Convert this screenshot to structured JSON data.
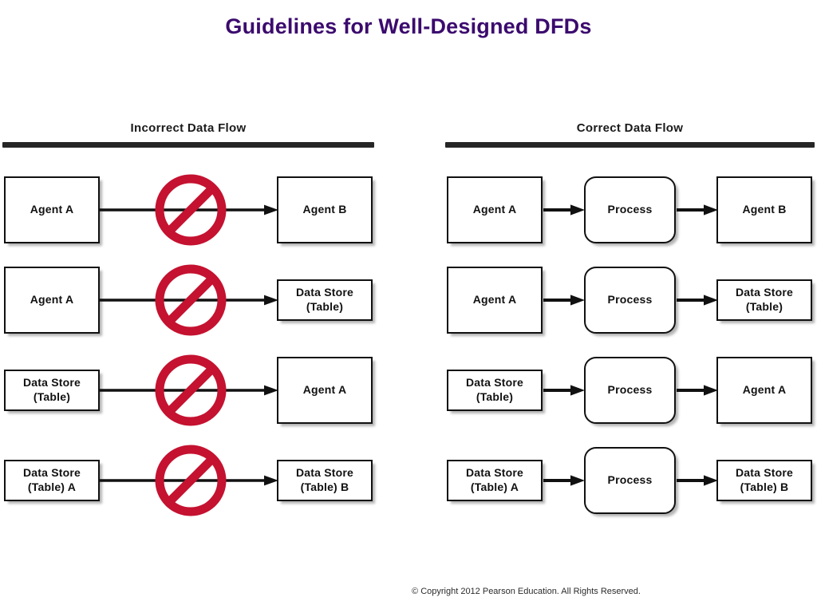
{
  "slide": {
    "title": "Guidelines for Well-Designed DFDs",
    "title_color": "#3B0A6E",
    "background_color": "#FFFFFF"
  },
  "theme": {
    "node_border_color": "#111111",
    "node_fill_color": "#FFFFFF",
    "arrow_color": "#111111",
    "prohibition_color": "#C41230",
    "rule_color": "#262626",
    "text_color": "#111111"
  },
  "columns": [
    {
      "key": "incorrect",
      "header": "Incorrect Data Flow",
      "marker": "prohibition-sign",
      "rows": [
        {
          "source": {
            "label": "Agent A",
            "kind": "agent"
          },
          "target": {
            "label": "Agent B",
            "kind": "agent"
          }
        },
        {
          "source": {
            "label": "Agent A",
            "kind": "agent"
          },
          "target": {
            "label": "Data Store\n(Table)",
            "kind": "datastore"
          }
        },
        {
          "source": {
            "label": "Data Store\n(Table)",
            "kind": "datastore"
          },
          "target": {
            "label": "Agent A",
            "kind": "agent"
          }
        },
        {
          "source": {
            "label": "Data Store\n(Table) A",
            "kind": "datastore"
          },
          "target": {
            "label": "Data Store\n(Table) B",
            "kind": "datastore"
          }
        }
      ]
    },
    {
      "key": "correct",
      "header": "Correct Data Flow",
      "marker": "none",
      "rows": [
        {
          "source": {
            "label": "Agent A",
            "kind": "agent"
          },
          "middle": {
            "label": "Process",
            "kind": "process"
          },
          "target": {
            "label": "Agent B",
            "kind": "agent"
          }
        },
        {
          "source": {
            "label": "Agent A",
            "kind": "agent"
          },
          "middle": {
            "label": "Process",
            "kind": "process"
          },
          "target": {
            "label": "Data Store\n(Table)",
            "kind": "datastore"
          }
        },
        {
          "source": {
            "label": "Data Store\n(Table)",
            "kind": "datastore"
          },
          "middle": {
            "label": "Process",
            "kind": "process"
          },
          "target": {
            "label": "Agent A",
            "kind": "agent"
          }
        },
        {
          "source": {
            "label": "Data Store\n(Table) A",
            "kind": "datastore"
          },
          "middle": {
            "label": "Process",
            "kind": "process"
          },
          "target": {
            "label": "Data Store\n(Table) B",
            "kind": "datastore"
          }
        }
      ]
    }
  ],
  "footer": {
    "copyright": "© Copyright 2012 Pearson Education. All Rights Reserved."
  }
}
